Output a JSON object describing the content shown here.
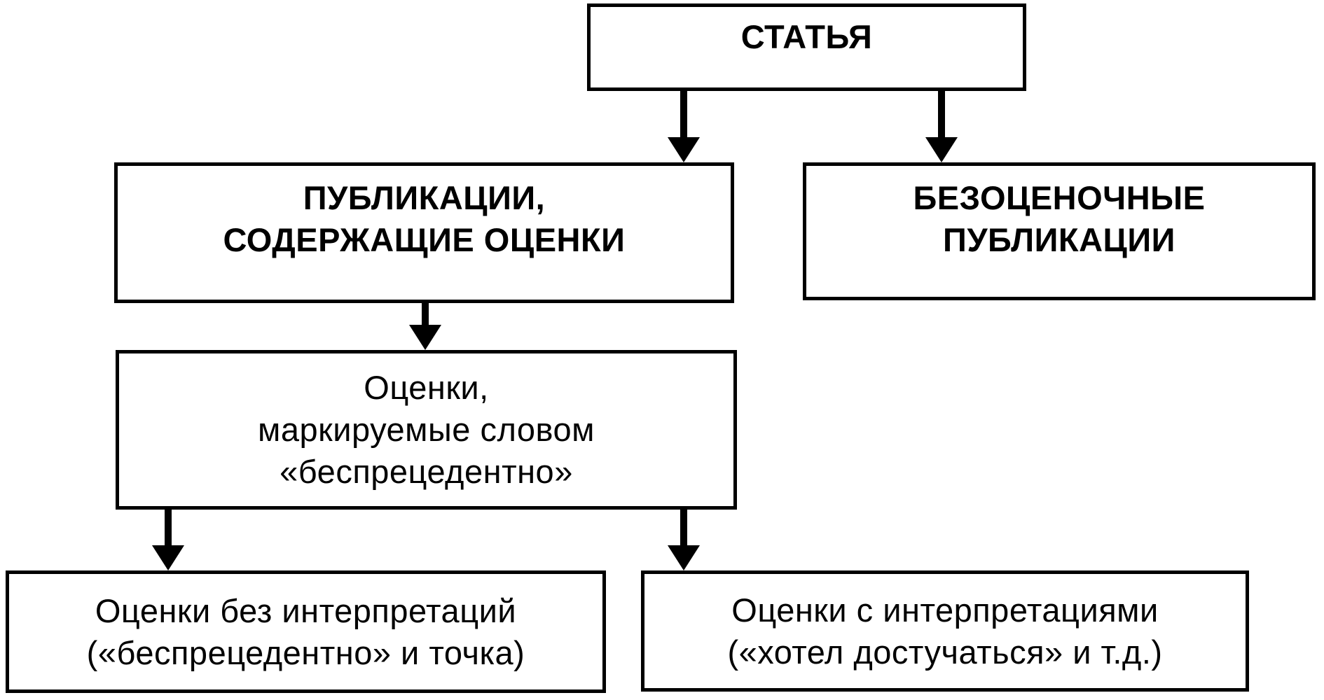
{
  "diagram": {
    "type": "flowchart",
    "language": "ru",
    "colors": {
      "ink": "#000000",
      "background": "#ffffff"
    },
    "nodes": {
      "article": {
        "emphasis": "bold",
        "lines": [
          "СТАТЬЯ"
        ]
      },
      "evaluative_publications": {
        "emphasis": "bold",
        "lines": [
          "ПУБЛИКАЦИИ,",
          "СОДЕРЖАЩИЕ ОЦЕНКИ"
        ]
      },
      "non_evaluative_publications": {
        "emphasis": "bold",
        "lines": [
          "БЕЗОЦЕНОЧНЫЕ",
          "ПУБЛИКАЦИИ"
        ]
      },
      "unprecedented_marked_evaluations": {
        "emphasis": "regular",
        "lines": [
          "Оценки,",
          "маркируемые словом",
          "«беспрецедентно»"
        ]
      },
      "evaluations_without_interpretations": {
        "emphasis": "regular",
        "lines": [
          "Оценки без интерпретаций",
          "(«беспрецедентно» и точка)"
        ]
      },
      "evaluations_with_interpretations": {
        "emphasis": "regular",
        "lines": [
          "Оценки с интерпретациями",
          "(«хотел достучаться» и т.д.)"
        ]
      }
    },
    "edges": [
      {
        "from": "article",
        "to": "evaluative_publications"
      },
      {
        "from": "article",
        "to": "non_evaluative_publications"
      },
      {
        "from": "evaluative_publications",
        "to": "unprecedented_marked_evaluations"
      },
      {
        "from": "unprecedented_marked_evaluations",
        "to": "evaluations_without_interpretations"
      },
      {
        "from": "unprecedented_marked_evaluations",
        "to": "evaluations_with_interpretations"
      }
    ]
  }
}
